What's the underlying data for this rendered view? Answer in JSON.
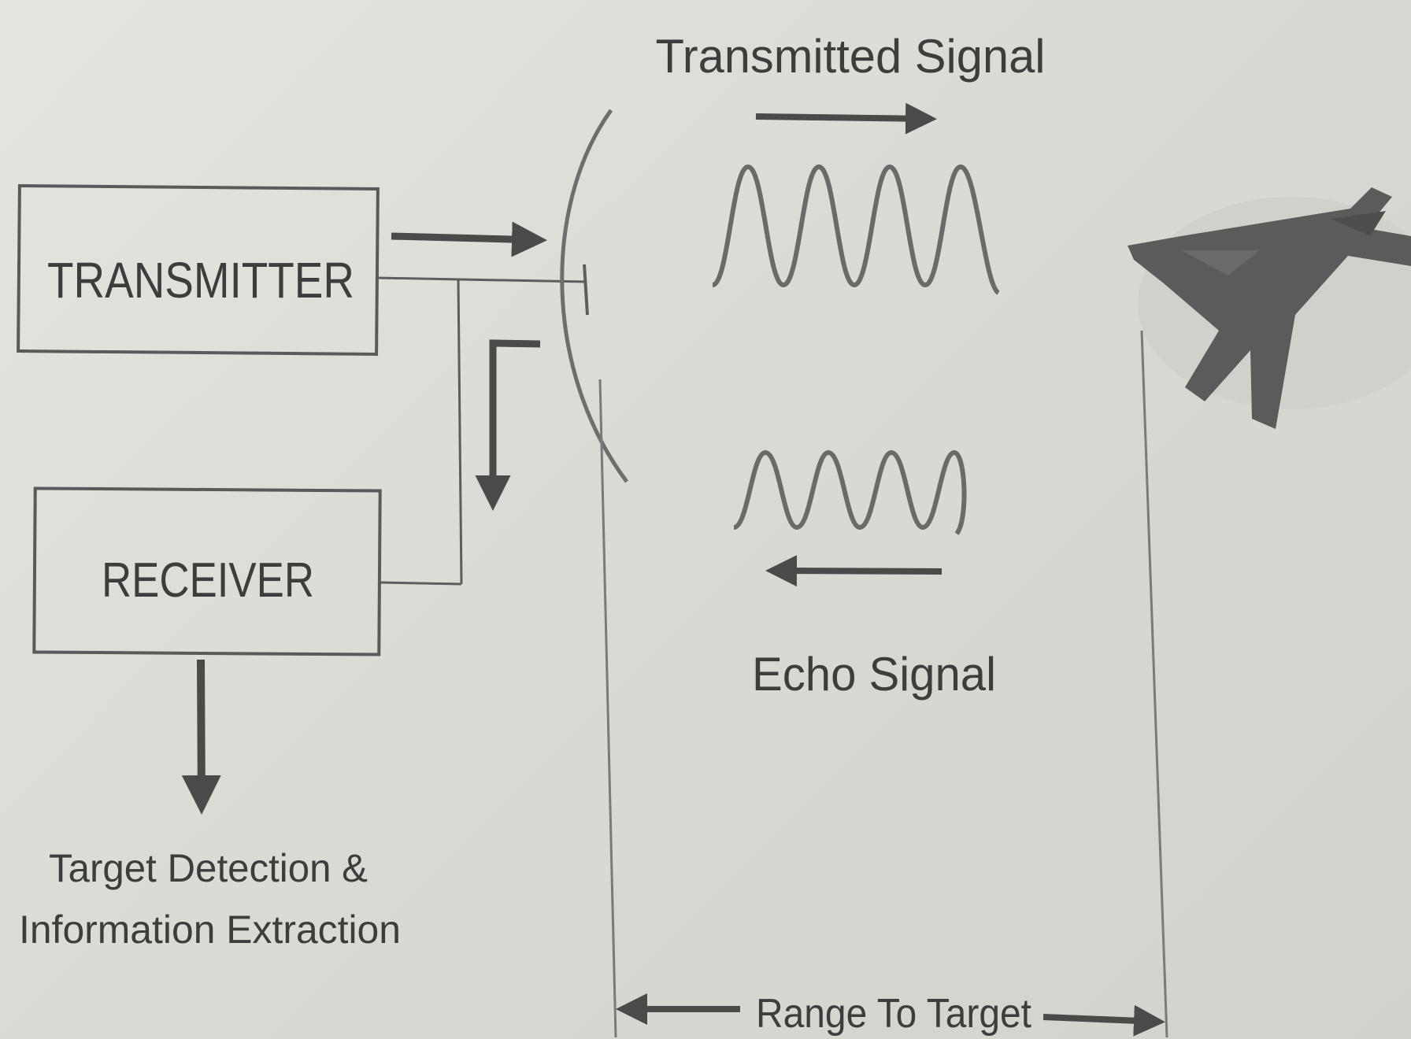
{
  "diagram": {
    "blocks": {
      "transmitter": "TRANSMITTER",
      "receiver": "RECEIVER"
    },
    "signals": {
      "transmitted": "Transmitted Signal",
      "echo": "Echo Signal"
    },
    "output": {
      "line1": "Target Detection &",
      "line2": "Information Extraction"
    },
    "range": "Range To Target",
    "icons": [
      "antenna-dish-icon",
      "aircraft-icon"
    ],
    "colors": {
      "ink": "#3d3d3d",
      "line": "#5a5a5a",
      "wave": "#6a6a6a",
      "aircraft": "#5b5b5b"
    }
  }
}
